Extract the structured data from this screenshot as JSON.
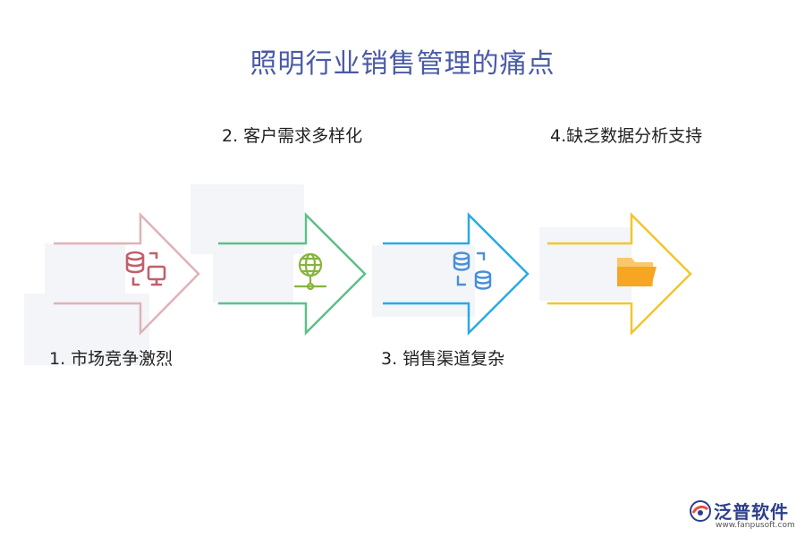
{
  "title": "照明行业销售管理的痛点",
  "steps": [
    {
      "label": "1.  市场竞争激烈",
      "icon": "database-monitor-icon",
      "color": "#e0b2b5",
      "icon_color": "#c0606a"
    },
    {
      "label": "2.   客户需求多样化",
      "icon": "globe-network-icon",
      "color": "#5dbf8a",
      "icon_color": "#86b43c"
    },
    {
      "label": "3.  销售渠道复杂",
      "icon": "database-sync-icon",
      "color": "#2aa9e6",
      "icon_color": "#4a8fd8"
    },
    {
      "label": "4.缺乏数据分析支持",
      "icon": "folder-icon",
      "color": "#f3c52b",
      "icon_color": "#f6a623"
    }
  ],
  "brand": {
    "name": "泛普软件",
    "url": "www.fanpusoft.com"
  }
}
